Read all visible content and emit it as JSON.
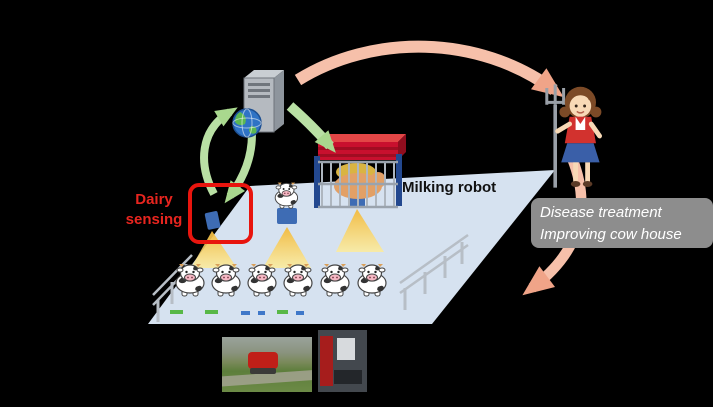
{
  "labels": {
    "dairy_line1": "Dairy",
    "dairy_line2": "sensing",
    "milking_robot": "Milking robot",
    "treatment_line1": "Disease treatment",
    "treatment_line2": "Improving cow house"
  },
  "colors": {
    "background": "#000000",
    "dairy_sensing_text": "#e8251f",
    "highlight_box": "#e8150e",
    "platform": "#d6e2f0",
    "arrow_green": "#b9e0a4",
    "arrow_salmon": "#f6c0aa",
    "treatment_box": "#8d8d8d",
    "treatment_text": "#ffffff",
    "milking_robot_text": "#111111",
    "light_cone": "#f6cd4e",
    "sensor_blue": "#3e6cb4",
    "robot_red": "#c8102e"
  },
  "icons": [
    "server-icon",
    "globe-icon",
    "cycle-up-arrow-icon",
    "cycle-down-arrow-icon",
    "server-to-robot-arrow-icon",
    "server-to-farmer-arrow-icon",
    "farmer-to-barn-arrow-icon",
    "milking-robot-icon",
    "cow-icon",
    "sensor-icon",
    "light-cone-icon",
    "fence-icon",
    "farmer-icon",
    "feed-robot-photo",
    "milking-robot-photo"
  ],
  "counts": {
    "cows_in_row": 6
  }
}
